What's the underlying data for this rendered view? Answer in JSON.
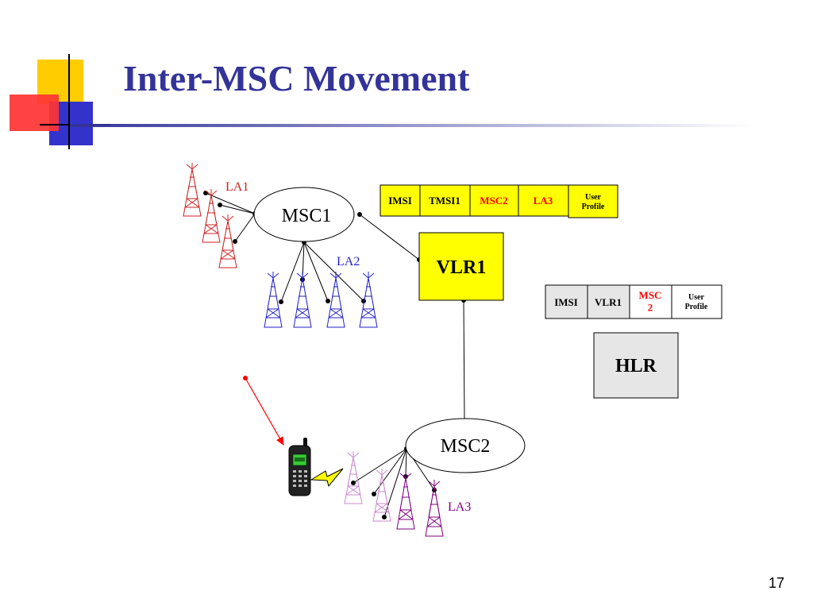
{
  "slide": {
    "title": "Inter-MSC Movement",
    "page_number": "17"
  },
  "nodes": {
    "msc1": "MSC1",
    "msc2": "MSC2",
    "vlr1": "VLR1",
    "hlr": "HLR"
  },
  "location_areas": {
    "la1": "LA1",
    "la2": "LA2",
    "la3": "LA3"
  },
  "vlr_record": [
    "IMSI",
    "TMSI1",
    "MSC2",
    "LA3",
    "User Profile"
  ],
  "hlr_record": [
    "IMSI",
    "VLR1",
    "MSC 2",
    "User Profile"
  ],
  "colors": {
    "title": "#333399",
    "la1": "#cc2222",
    "la2": "#2222cc",
    "la3": "#800080",
    "la3_light": "#cc88cc",
    "vlr_fill": "#ffff00",
    "record_fill": "#ffff00",
    "hlr_fill": "#e6e6e6",
    "highlight_text": "#ff0000",
    "arrow": "#ff0000"
  }
}
